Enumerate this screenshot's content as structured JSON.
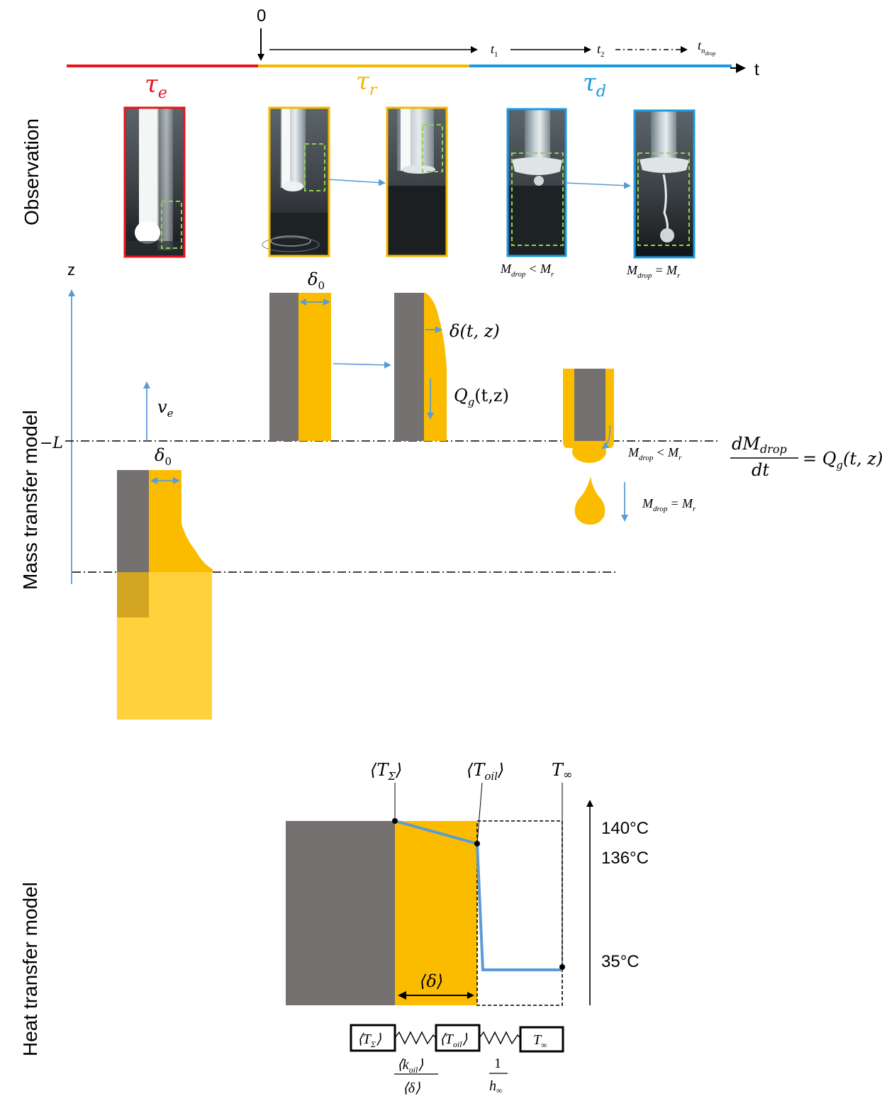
{
  "timeline": {
    "zero": "0",
    "t1": "t",
    "t1_sub": "1",
    "t2": "t",
    "t2_sub": "2",
    "tn": "t",
    "tn_sub": "n",
    "tn_subsub": "drop",
    "axis": "t",
    "tau_e": "τ",
    "tau_e_sub": "e",
    "tau_r": "τ",
    "tau_r_sub": "r",
    "tau_d": "τ",
    "tau_d_sub": "d",
    "colors": {
      "emergence": "#e8141b",
      "rest": "#f5b700",
      "drop": "#1a9be0"
    }
  },
  "sections": {
    "observation": "Observation",
    "mass_transfer": "Mass transfer model",
    "heat_transfer": "Heat transfer model"
  },
  "observation": {
    "caption_before": "M",
    "caption_before_sub": "drop",
    "caption_before_rel": "< M",
    "caption_before_rel_sub": "r",
    "caption_after": "M",
    "caption_after_sub": "drop",
    "caption_after_rel": "= M",
    "caption_after_rel_sub": "r"
  },
  "mass": {
    "z": "z",
    "minus_L": "−L",
    "delta0_a": "δ",
    "delta0_a_sub": "0",
    "delta0_b": "δ",
    "delta0_b_sub": "0",
    "ve": "v",
    "ve_sub": "e",
    "delta_tz": "δ(t, z)",
    "qg": "Q",
    "qg_sub": "g",
    "qg_args": "(t,z)",
    "mdrop_lt": "M",
    "mdrop_lt_sub": "drop",
    "mdrop_lt_rel": "< M",
    "mdrop_lt_rel_sub": "r",
    "mdrop_eq": "M",
    "mdrop_eq_sub": "drop",
    "mdrop_eq_rel": "= M",
    "mdrop_eq_rel_sub": "r",
    "eq_num": "dM",
    "eq_num_sub": "drop",
    "eq_den": "dt",
    "eq_rhs": "= Q",
    "eq_rhs_sub": "g",
    "eq_rhs_args": "(t, z)"
  },
  "heat": {
    "t_sigma": "⟨T",
    "t_sigma_sub": "Σ",
    "t_sigma_close": "⟩",
    "t_oil": "⟨T",
    "t_oil_sub": "oil",
    "t_oil_close": "⟩",
    "t_inf": "T",
    "t_inf_sub": "∞",
    "temp_140": "140°C",
    "temp_136": "136°C",
    "temp_35": "35°C",
    "delta_avg": "⟨δ⟩",
    "circuit_box1": "⟨T",
    "circuit_box1_sub": "Σ",
    "circuit_box1_close": "⟩",
    "circuit_box2": "⟨T",
    "circuit_box2_sub": "oil",
    "circuit_box2_close": "⟩",
    "circuit_box3": "T",
    "circuit_box3_sub": "∞",
    "r1_num": "⟨k",
    "r1_num_sub": "oil",
    "r1_num_close": "⟩",
    "r1_den": "⟨δ⟩",
    "r2_num": "1",
    "r2_den": "h",
    "r2_den_sub": "∞",
    "profile_temps_c": [
      140,
      136,
      35
    ]
  },
  "colors": {
    "oil": "#fbbc00",
    "oil_light": "#ffd13b",
    "wall": "#767171",
    "arrow_blue": "#5b9bd5",
    "profile": "#5b9bd5",
    "obs_dash": "#92d050"
  }
}
